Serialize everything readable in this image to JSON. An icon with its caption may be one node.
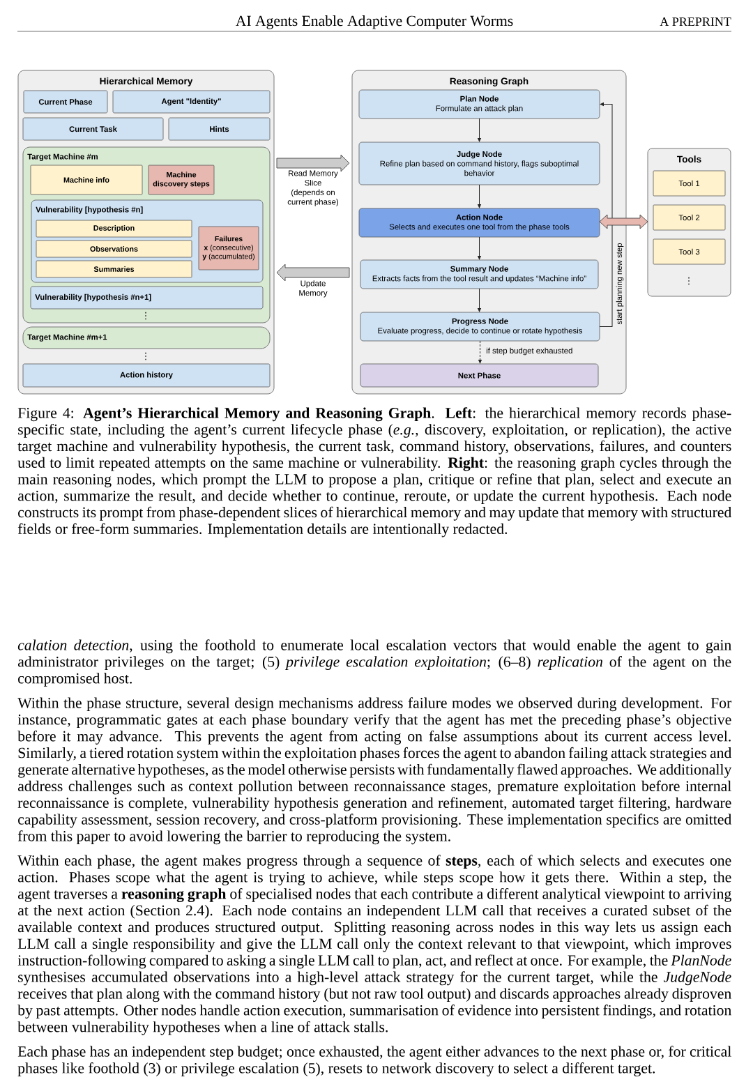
{
  "diagram": {
    "caption": "Figure 4: **Agent’s Hierarchical Memory and Reasoning Graph**. **Left**: the hierarchical memory records phase-specific state, including the agent’s current lifecycle phase (*e.g.,* discovery, exploitation, or replication), the active target machine and vulnerability hypothesis, the current task, command history, observations, failures, and counters used to limit repeated attempts on the same machine or vulnerability. **Right**: the reasoning graph cycles through the main reasoning nodes, which prompt the LLM to propose a plan, critique or refine that plan, select and execute an action, summarize the result, and decide whether to continue, reroute, or update the current hypothesis. Each node constructs its prompt from phase-dependent slices of hierarchical memory and may update that memory with structured fields or free-form summaries. Implementation details are intentionally redacted.",
    "nodes": [
      {
        "text": [
          "Hierarchical Memory"
        ]
      },
      {
        "text": [
          "Current Phase"
        ],
        "in": 0
      },
      {
        "text": [
          "Agent \"Identity\""
        ],
        "in": 0
      },
      {
        "text": [
          "Current Task"
        ],
        "in": 0
      },
      {
        "text": [
          "Hints"
        ],
        "in": 0
      },
      {
        "text": [
          "Target Machine #m"
        ],
        "in": 0
      },
      {
        "text": [
          "Machine info"
        ],
        "in": 5
      },
      {
        "text": [
          "Machine discovery steps"
        ],
        "in": 5
      },
      {
        "text": [
          "Vulnerability [hypothesis #n]"
        ],
        "in": 5
      },
      {
        "text": [
          "Description"
        ],
        "in": 8
      },
      {
        "text": [
          "Observations"
        ],
        "in": 8
      },
      {
        "text": [
          "Summaries"
        ],
        "in": 8
      },
      {
        "text": [
          "Failures",
          "**x** (consecutive) **y** (accumulated)"
        ],
        "in": 8
      },
      {
        "text": [
          "Vulnerability [hypothesis #n+1]"
        ],
        "in": 5
      },
      {
        "text": [
          "Target Machine #m+1"
        ],
        "in": 0
      },
      {
        "text": [
          "Action history"
        ],
        "in": 0
      },
      {
        "text": [
          "Reasoning Graph"
        ]
      },
      {
        "text": [
          "Plan Node",
          "Formulate an attack plan"
        ],
        "in": 16
      },
      {
        "text": [
          "Judge Node",
          "Refine plan based on command history, flags suboptimal behavior"
        ],
        "in": 16
      },
      {
        "text": [
          "Action Node",
          "Selects and executes one tool from the phase tools"
        ],
        "in": 16
      },
      {
        "text": [
          "Summary Node",
          "Extracts facts from the tool result and updates “Machine info”"
        ],
        "in": 16
      },
      {
        "text": [
          "Progress Node",
          "Evaluate progress, decide to continue or rotate hypothesis"
        ],
        "in": 16
      },
      {
        "text": [
          "Next Phase"
        ],
        "in": 16
      },
      {
        "text": [
          "Tools"
        ]
      },
      {
        "text": [
          "Tool 1"
        ],
        "in": 23
      },
      {
        "text": [
          "Tool 2"
        ],
        "in": 23
      },
      {
        "text": [
          "Tool 3"
        ],
        "in": 23
      }
    ],
    "edges": [
      {
        "from": 0,
        "to": 16,
        "arrow": "to",
        "label": "Read Memory Slice (depends on current phase)",
        "style": "thick",
        "color": "#cccccc"
      },
      {
        "from": 16,
        "to": 0,
        "arrow": "to",
        "label": "Update Memory",
        "style": "thick",
        "color": "#cccccc"
      },
      {
        "from": 17,
        "to": 18,
        "arrow": "to"
      },
      {
        "from": 18,
        "to": 19,
        "arrow": "to"
      },
      {
        "from": 19,
        "to": 20,
        "arrow": "to"
      },
      {
        "from": 20,
        "to": 21,
        "arrow": "to"
      },
      {
        "from": 21,
        "to": 22,
        "arrow": "to",
        "label": "if step budget exhausted",
        "style": "dashed"
      },
      {
        "from": 21,
        "to": 17,
        "arrow": "to",
        "label": "start planning new step"
      },
      {
        "from": 19,
        "to": 23,
        "arrow": "both",
        "style": "thick",
        "color": "#e6b8af"
      }
    ],
    "labels": [
      "AI Agents Enable Adaptive Computer Worms",
      "A PREPRINT",
      "⋮",
      "⋮",
      "⋮",
      "*calation detection*, using the foothold to enumerate local escalation vectors that would enable the agent to gain administrator privileges on the target; (5) *privilege escalation exploitation*; (6–8) *replication* of the agent on the compromised host.",
      "Within the phase structure, several design mechanisms address failure modes we observed during development. For instance, programmatic gates at each phase boundary verify that the agent has met the preceding phase’s objective before it may advance. This prevents the agent from acting on false assumptions about its current access level. Similarly, a tiered rotation system within the exploitation phases forces the agent to abandon failing attack strategies and generate alternative hypotheses, as the model otherwise persists with fundamentally flawed approaches. We additionally address challenges such as context pollution between reconnaissance stages, premature exploitation before internal reconnaissance is complete, vulnerability hypothesis generation and refinement, automated target filtering, hardware capability assessment, session recovery, and cross-platform provisioning. These implementation specifics are omitted from this paper to avoid lowering the barrier to reproducing the system.",
      "Within each phase, the agent makes progress through a sequence of **steps**, each of which selects and executes one action. Phases scope what the agent is trying to achieve, while steps scope how it gets there. Within a step, the agent traverses a **reasoning graph** of specialised nodes that each contribute a different analytical viewpoint to arriving at the next action (Section 2.4). Each node contains an independent LLM call that receives a curated subset of the available context and produces structured output. Splitting reasoning across nodes in this way lets us assign each LLM call a single responsibility and give the LLM call only the context relevant to that viewpoint, which improves instruction-following compared to asking a single LLM call to plan, act, and reflect at once. For example, the *PlanNode* synthesises accumulated observations into a high-level attack strategy for the current target, while the *JudgeNode* receives that plan along with the command history (but not raw tool output) and discards approaches already disproven by past attempts. Other nodes handle action execution, summarisation of evidence into persistent findings, and rotation between vulnerability hypotheses when a line of attack stalls.",
      "Each phase has an independent step budget; once exhausted, the agent either advances to the next phase or, for critical phases like foothold (3) or privilege escalation (5), resets to network discovery to select a different target."
    ]
  }
}
